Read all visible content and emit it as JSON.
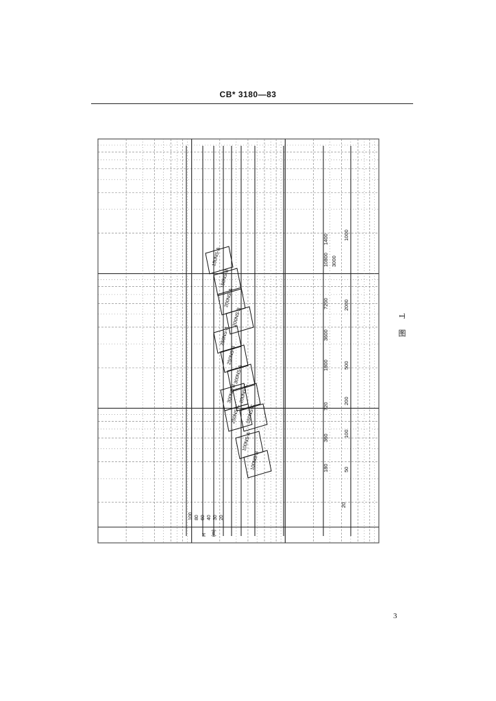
{
  "header": {
    "title": "CB* 3180—83"
  },
  "figure": {
    "label": "T 图"
  },
  "page": {
    "number": "3"
  },
  "chart_data": {
    "type": "table",
    "description_free": true,
    "scale": "log-log",
    "grid": true,
    "pump_fields": [
      {
        "model": "150NS-A"
      },
      {
        "model": "150NS-B"
      },
      {
        "model": "200NS-A"
      },
      {
        "model": "200NS-B"
      },
      {
        "model": "250NS-A"
      },
      {
        "model": "250NS-B"
      },
      {
        "model": "300NS-A"
      },
      {
        "model": "300NS-B"
      },
      {
        "model": "250NS-C"
      },
      {
        "model": "200NS-C"
      },
      {
        "model": "150NS-C"
      },
      {
        "model": "100NS-A"
      },
      {
        "model": "100NS-B"
      }
    ],
    "flow_scale_labels": [
      "7200",
      "3600",
      "1800",
      "720",
      "360",
      "180",
      "10800",
      "1400",
      "1000",
      "500",
      "200",
      "100",
      "2000",
      "3000",
      "50",
      "20"
    ],
    "head_scale_labels": [
      "100",
      "80",
      "60",
      "40",
      "30",
      "20"
    ],
    "bottom_labels": [
      "H",
      "(m)"
    ]
  }
}
